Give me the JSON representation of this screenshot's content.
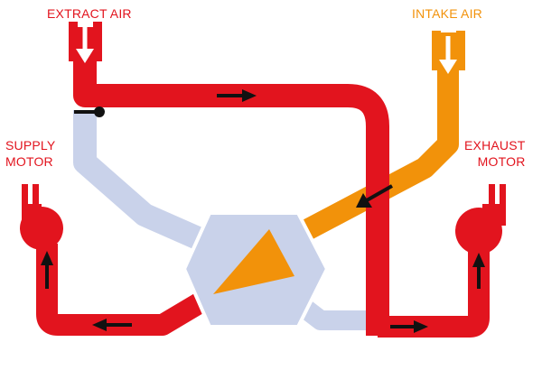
{
  "labels": {
    "extract_air": "EXTRACT AIR",
    "intake_air": "INTAKE AIR",
    "supply_motor_line1": "SUPPLY",
    "supply_motor_line2": "MOTOR",
    "exhaust_motor_line1": "EXHAUST",
    "exhaust_motor_line2": "MOTOR"
  },
  "colors": {
    "extract_duct": "#e2141e",
    "intake_duct": "#f2920a",
    "bypass_duct": "#c9d2ea",
    "heat_exchanger": "#c9d2ea",
    "heat_exchanger_core": "#f2920a",
    "label_text": "#e2141e",
    "intake_label_text": "#f2920a",
    "arrow": "#111111"
  }
}
